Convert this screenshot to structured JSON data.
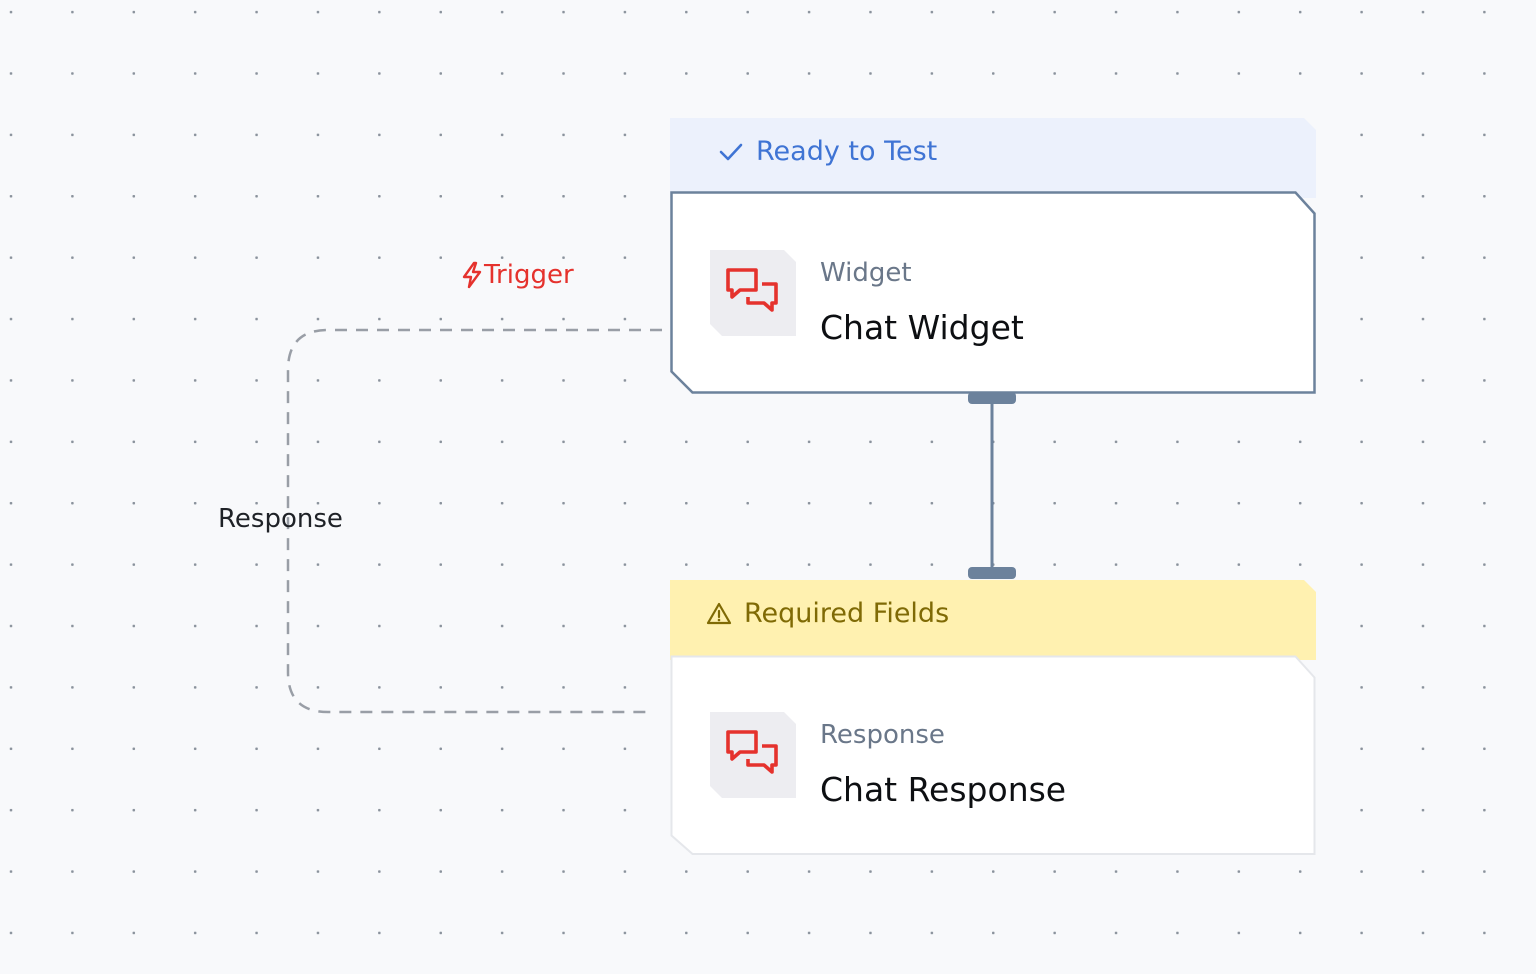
{
  "canvas": {
    "edges": [
      {
        "label": "Trigger",
        "color": "#e5322d",
        "style": "dashed"
      },
      {
        "label": "Response",
        "color": "#1f2227",
        "style": "dashed"
      }
    ],
    "trigger_icon": "lightning-bolt-icon"
  },
  "nodes": [
    {
      "status": {
        "icon": "checkmark-icon",
        "text": "Ready to Test",
        "color": "#3f74d4",
        "background": "#ecf1fc"
      },
      "icon": "chat-bubbles-icon",
      "type": "Widget",
      "title": "Chat Widget",
      "selected": true
    },
    {
      "status": {
        "icon": "warning-triangle-icon",
        "text": "Required Fields",
        "color": "#7f6a05",
        "background": "#fff1b0"
      },
      "icon": "chat-bubbles-icon",
      "type": "Response",
      "title": "Chat Response",
      "selected": false
    }
  ],
  "colors": {
    "accent_red": "#e5322d",
    "connector": "#6c829c",
    "background": "#f8f9fb"
  }
}
